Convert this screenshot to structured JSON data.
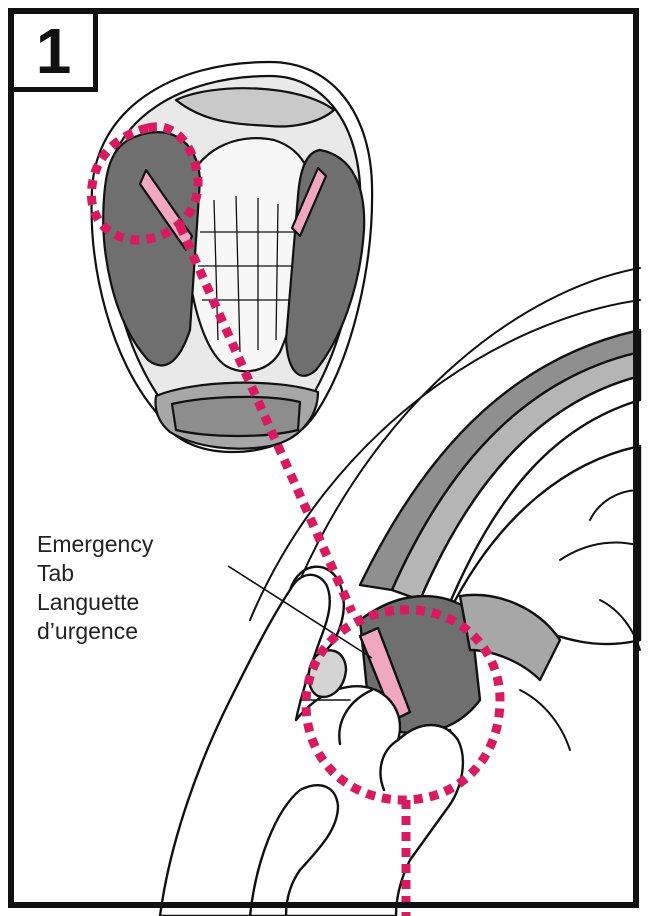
{
  "step": {
    "number": "1"
  },
  "callout": {
    "label_en": "Emergency",
    "label_en_2": "Tab",
    "label_fr": "Languette",
    "label_fr_2": "d’urgence"
  },
  "colors": {
    "outline": "#111111",
    "pad_dark": "#6f6f6f",
    "pad_mid": "#a7a7a7",
    "pad_light": "#d4d4d4",
    "tab_pink": "#f0a8c0",
    "highlight_magenta": "#d81b60"
  }
}
